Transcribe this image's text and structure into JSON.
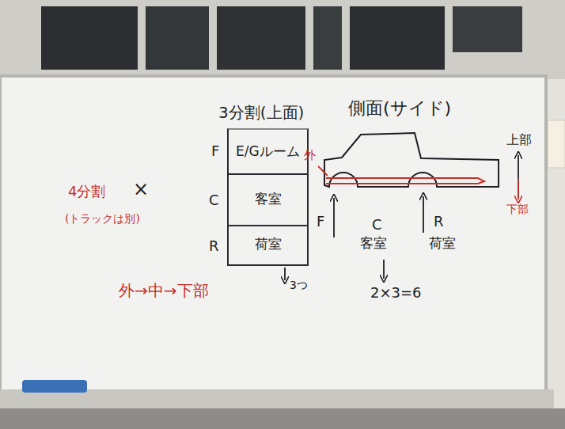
{
  "diagram": {
    "nodes": [
      {
        "text": [
          "3分割(上面)"
        ]
      },
      {
        "text": [
          "F",
          "E/Gルーム"
        ],
        "in": 0
      },
      {
        "text": [
          "C",
          "客室"
        ],
        "in": 0
      },
      {
        "text": [
          "R",
          "荷室"
        ],
        "in": 0
      }
    ],
    "labels": [
      "4分割",
      "×",
      "(トラックは別)",
      "3つ",
      "外→中→下部",
      "側面(サイド)",
      "外",
      "上部",
      "下部",
      "F",
      "C",
      "客室",
      "R",
      "荷室",
      "2×3=6"
    ]
  }
}
